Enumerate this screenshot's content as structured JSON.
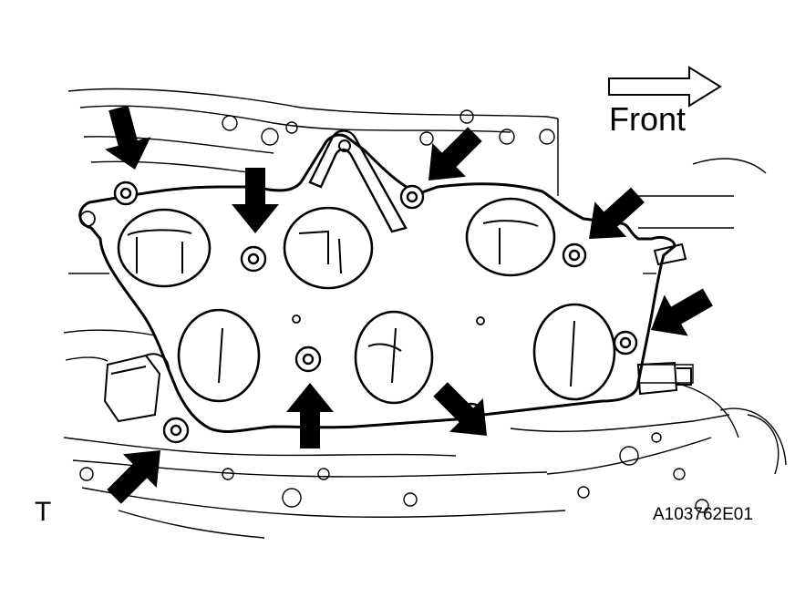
{
  "figure": {
    "direction_label": "Front",
    "corner_mark": "T",
    "figure_id": "A103762E01"
  },
  "colors": {
    "line": "#000000",
    "background": "#ffffff",
    "arrow_fill": "#000000"
  }
}
